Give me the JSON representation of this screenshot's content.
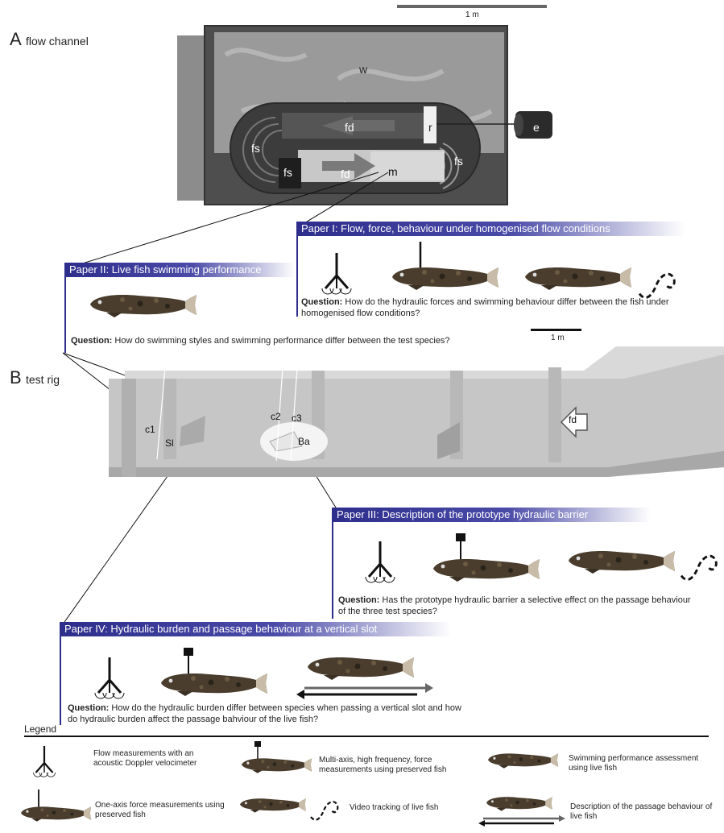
{
  "scale": {
    "top": "1 m",
    "middle": "1 m"
  },
  "panel_a": {
    "letter": "A",
    "label": "flow channel",
    "labels": {
      "w": "w",
      "fd_top": "fd",
      "fd_bottom": "fd",
      "r": "r",
      "e": "e",
      "fs_left": "fs",
      "fs_box": "fs",
      "fs_right": "fs",
      "m": "m"
    }
  },
  "panel_b": {
    "letter": "B",
    "label": "test rig",
    "labels": {
      "c1": "c1",
      "c2": "c2",
      "c3": "c3",
      "sl": "Sl",
      "ba": "Ba",
      "fd": "fd"
    }
  },
  "papers": [
    {
      "title": "Paper I: Flow, force, behaviour under homogenised flow conditions",
      "question_label": "Question:",
      "question": "How do the hydraulic forces and swimming behaviour differ between the fish under homogenised flow conditions?"
    },
    {
      "title": "Paper II: Live fish swimming performance",
      "question_label": "Question:",
      "question": "How do swimming styles and swimming performance differ between the test species?"
    },
    {
      "title": "Paper III: Description of the prototype hydraulic barrier",
      "question_label": "Question:",
      "question": "Has the prototype hydraulic barrier a selective effect on the passage behaviour of the three test species?"
    },
    {
      "title": "Paper IV: Hydraulic burden and passage behaviour at a vertical slot",
      "question_label": "Question:",
      "question": "How do the hydraulic burden differ between species when passing a vertical slot and how do hydraulic burden affect the passage bahviour of the live fish?"
    }
  ],
  "legend": {
    "title": "Legend",
    "items": [
      {
        "icon": "adv-probe-icon",
        "text": "Flow measurements with an acoustic Doppler velocimeter"
      },
      {
        "icon": "multi-axis-fish-icon",
        "text": "Multi-axis, high frequency, force measurements using preserved fish"
      },
      {
        "icon": "live-fish-icon",
        "text": "Swimming performance assessment using live fish"
      },
      {
        "icon": "one-axis-fish-icon",
        "text": "One-axis force measurements using preserved fish"
      },
      {
        "icon": "video-tracking-icon",
        "text": "Video tracking of live fish"
      },
      {
        "icon": "passage-arrows-icon",
        "text": "Description of the passage behaviour of live fish"
      }
    ]
  },
  "colors": {
    "paper_header": "#2d2d8c",
    "channel": "#4a4a4a",
    "rig": "#c9c9c9",
    "fish": "#4a3d2e"
  }
}
